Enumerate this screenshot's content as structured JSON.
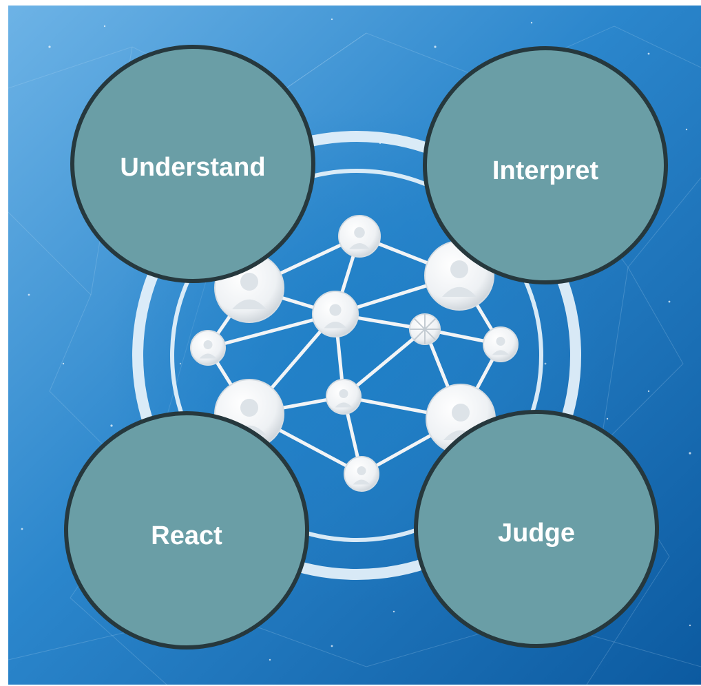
{
  "bubbles": [
    {
      "id": "understand",
      "label": "Understand"
    },
    {
      "id": "interpret",
      "label": "Interpret"
    },
    {
      "id": "react",
      "label": "React"
    },
    {
      "id": "judge",
      "label": "Judge"
    }
  ],
  "colors": {
    "background_light": "#5aa6de",
    "background_dark": "#0e5fa6",
    "bubble_fill": "#6a9ea6",
    "bubble_stroke": "#26383d",
    "network": "#f2f4f6",
    "ring": "#e8f3fb",
    "label": "#ffffff"
  },
  "icons": {
    "node": "person-icon",
    "hub": "globe-icon"
  }
}
